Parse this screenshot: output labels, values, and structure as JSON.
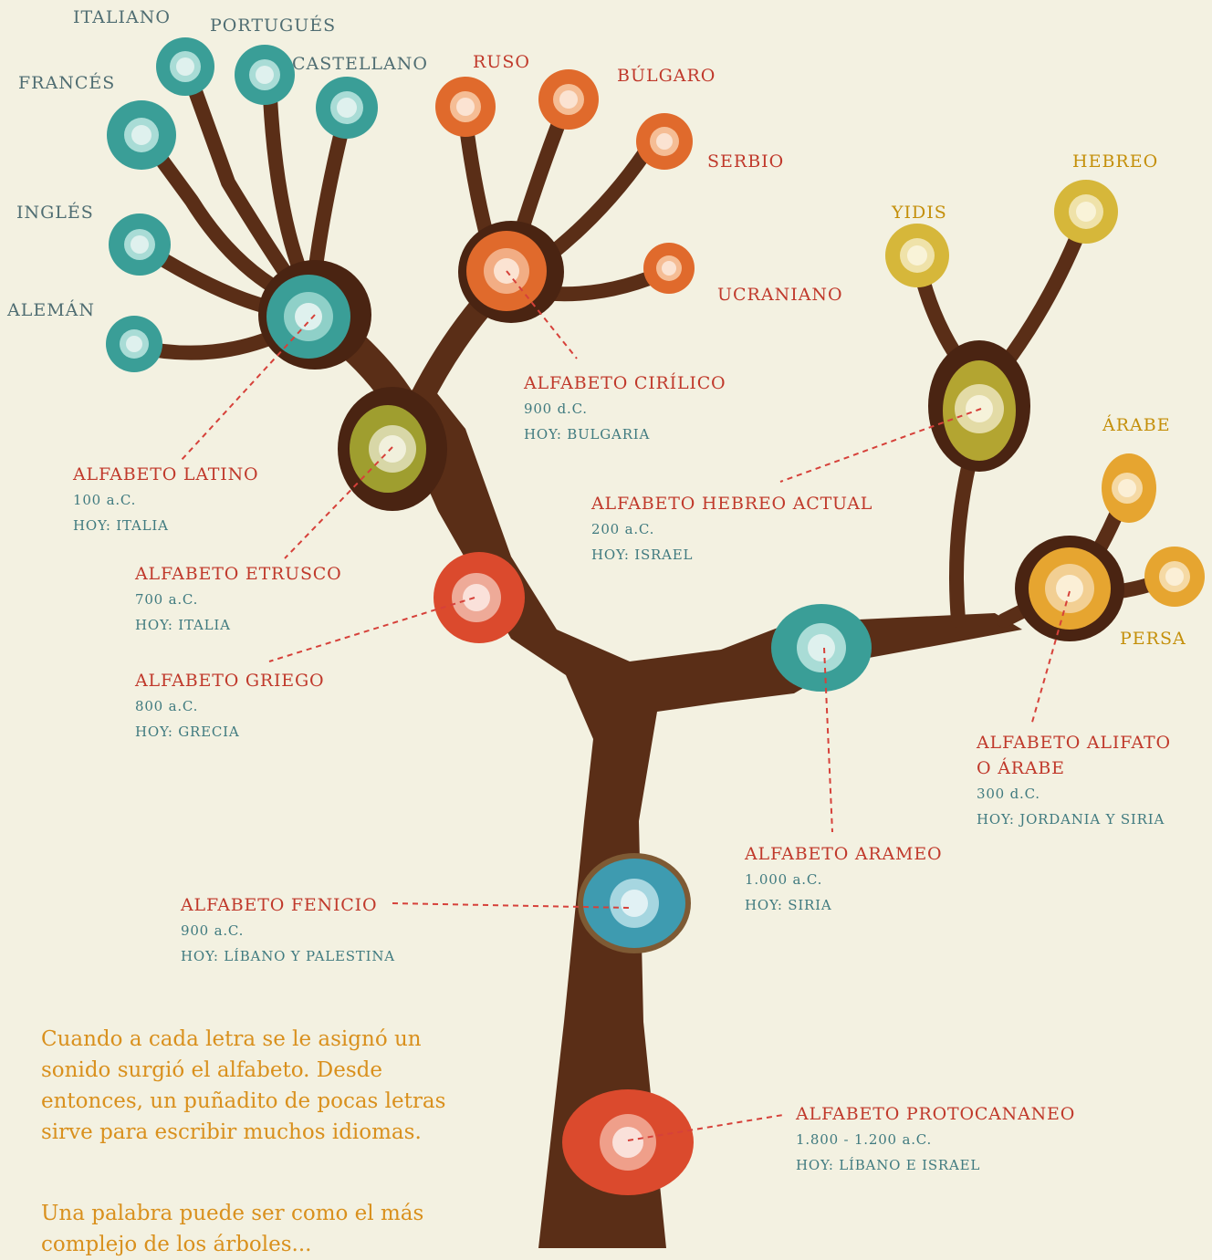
{
  "languages": {
    "italiano": "ITALIANO",
    "portugues": "PORTUGUÉS",
    "castellano": "CASTELLANO",
    "frances": "FRANCÉS",
    "ingles": "INGLÉS",
    "aleman": "ALEMÁN",
    "ruso": "RUSO",
    "bulgaro": "BÚLGARO",
    "serbio": "SERBIO",
    "ucraniano": "UCRANIANO",
    "yidis": "YIDIS",
    "hebreo": "HEBREO",
    "arabe": "ÁRABE",
    "persa": "PERSA"
  },
  "alphabets": {
    "latino": {
      "name": "ALFABETO LATINO",
      "date": "100 a.C.",
      "today": "HOY: ITALIA"
    },
    "etrusco": {
      "name": "ALFABETO ETRUSCO",
      "date": "700 a.C.",
      "today": "HOY: ITALIA"
    },
    "griego": {
      "name": "ALFABETO GRIEGO",
      "date": "800 a.C.",
      "today": "HOY: GRECIA"
    },
    "cirilico": {
      "name": "ALFABETO CIRÍLICO",
      "date": "900 d.C.",
      "today": "HOY: BULGARIA"
    },
    "hebreo": {
      "name": "ALFABETO HEBREO ACTUAL",
      "date": "200 a.C.",
      "today": "HOY: ISRAEL"
    },
    "alifato": {
      "name_line1": "ALFABETO ALIFATO",
      "name_line2": "O ÁRABE",
      "date": "300 d.C.",
      "today": "HOY: JORDANIA Y SIRIA"
    },
    "arameo": {
      "name": "ALFABETO ARAMEO",
      "date": "1.000 a.C.",
      "today": "HOY: SIRIA"
    },
    "fenicio": {
      "name": "ALFABETO FENICIO",
      "date": "900 a.C.",
      "today": "HOY: LÍBANO Y PALESTINA"
    },
    "protocananeo": {
      "name": "ALFABETO PROTOCANANEO",
      "date": "1.800 - 1.200 a.C.",
      "today": "HOY: LÍBANO E ISRAEL"
    }
  },
  "text": {
    "paragraph1": "Cuando a cada letra se le asignó un sonido surgió el alfabeto. Desde entonces, un puñadito de pocas letras sirve para escribir muchos idiomas.",
    "paragraph2": "Una palabra puede ser como el más complejo de los árboles..."
  },
  "colors": {
    "background": "#f3f1e1",
    "trunk": "#5a2e17",
    "teal": "#3a9e97",
    "orange": "#e06a2c",
    "red": "#db4a2d",
    "yellow": "#d6b73a",
    "olive": "#9f9e2f",
    "amber": "#e6a530",
    "label_red": "#c0392b",
    "label_slate": "#4f6d72",
    "label_gold": "#c48f0a",
    "meta_teal": "#3f7a7f",
    "paragraph": "#d9901d"
  }
}
